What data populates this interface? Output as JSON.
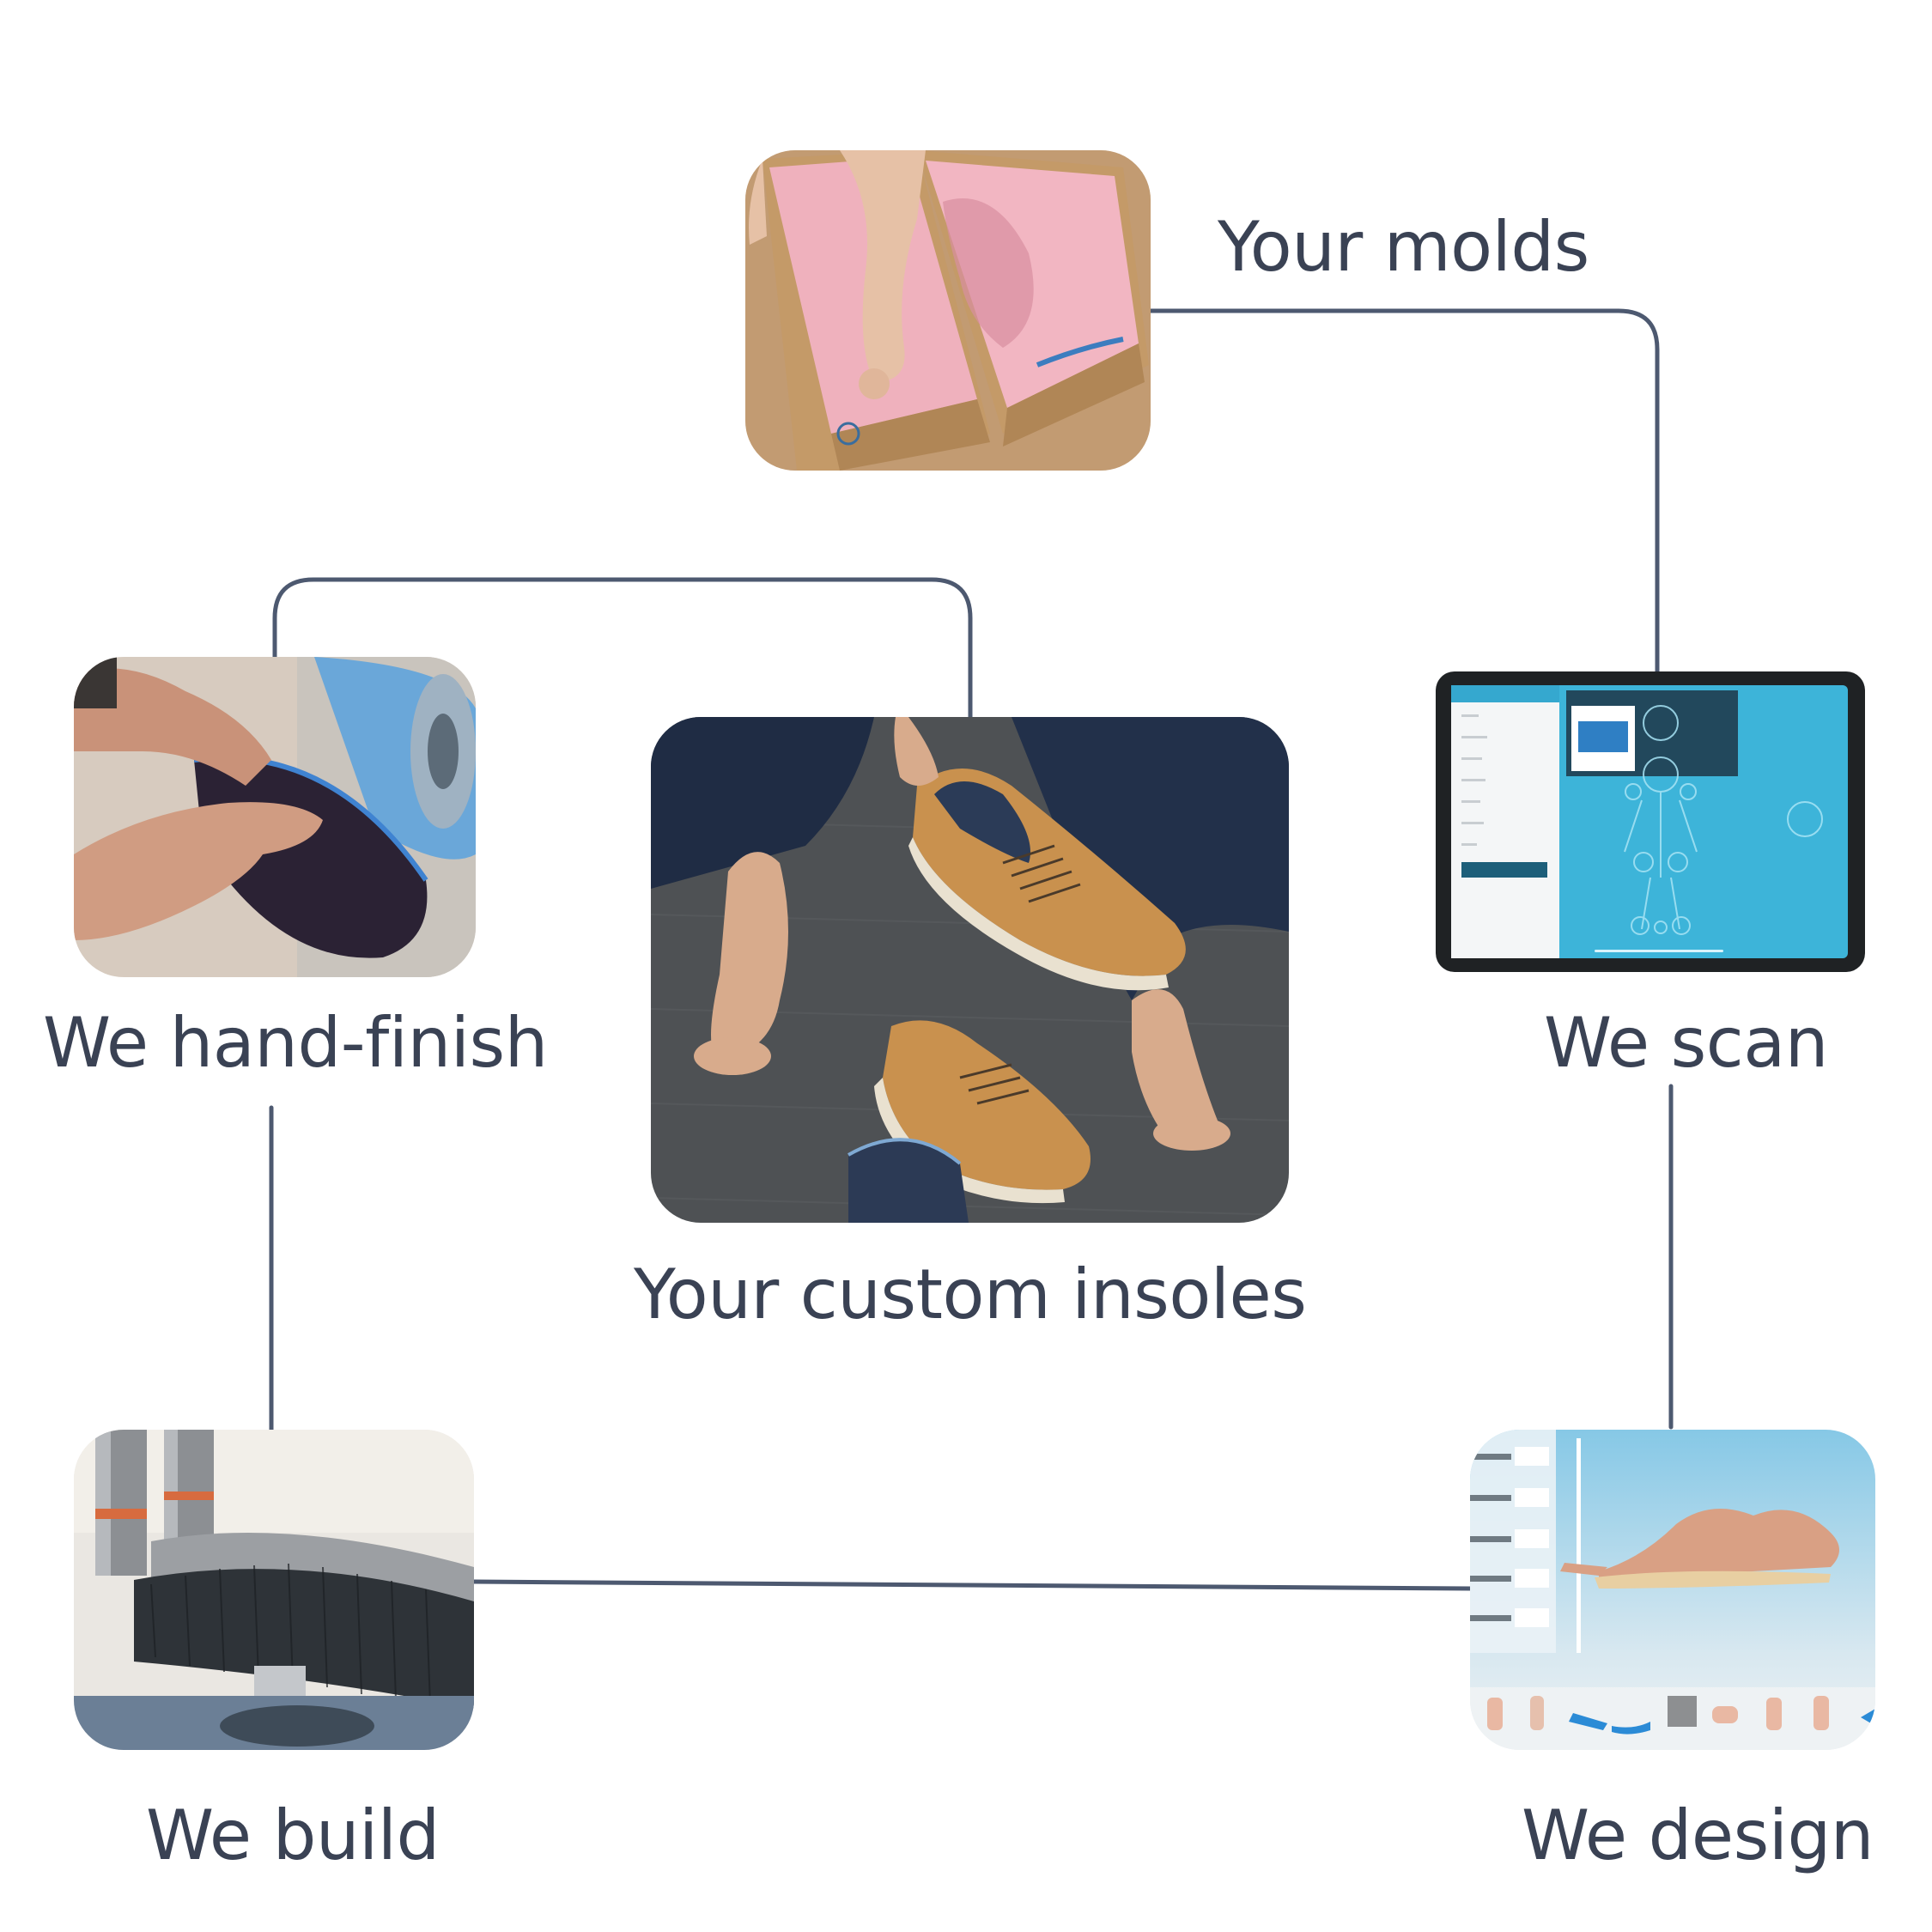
{
  "steps": {
    "molds": {
      "label": "Your molds"
    },
    "scan": {
      "label": "We scan"
    },
    "design": {
      "label": "We design"
    },
    "build": {
      "label": "We build"
    },
    "finish": {
      "label": "We hand-finish"
    },
    "insoles": {
      "label": "Your custom insoles"
    }
  },
  "colors": {
    "connector": "#4d5970",
    "text": "#3a4254"
  }
}
